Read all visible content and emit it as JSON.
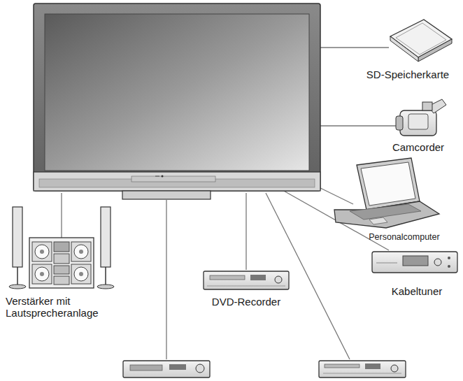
{
  "diagram": {
    "labels": [
      "SD-Speicherkarte",
      "Camcorder",
      "Personalcomputer",
      "Kabeltuner",
      "DVD-Recorder",
      "Verstärker mit Lautsprecheranlage"
    ]
  }
}
